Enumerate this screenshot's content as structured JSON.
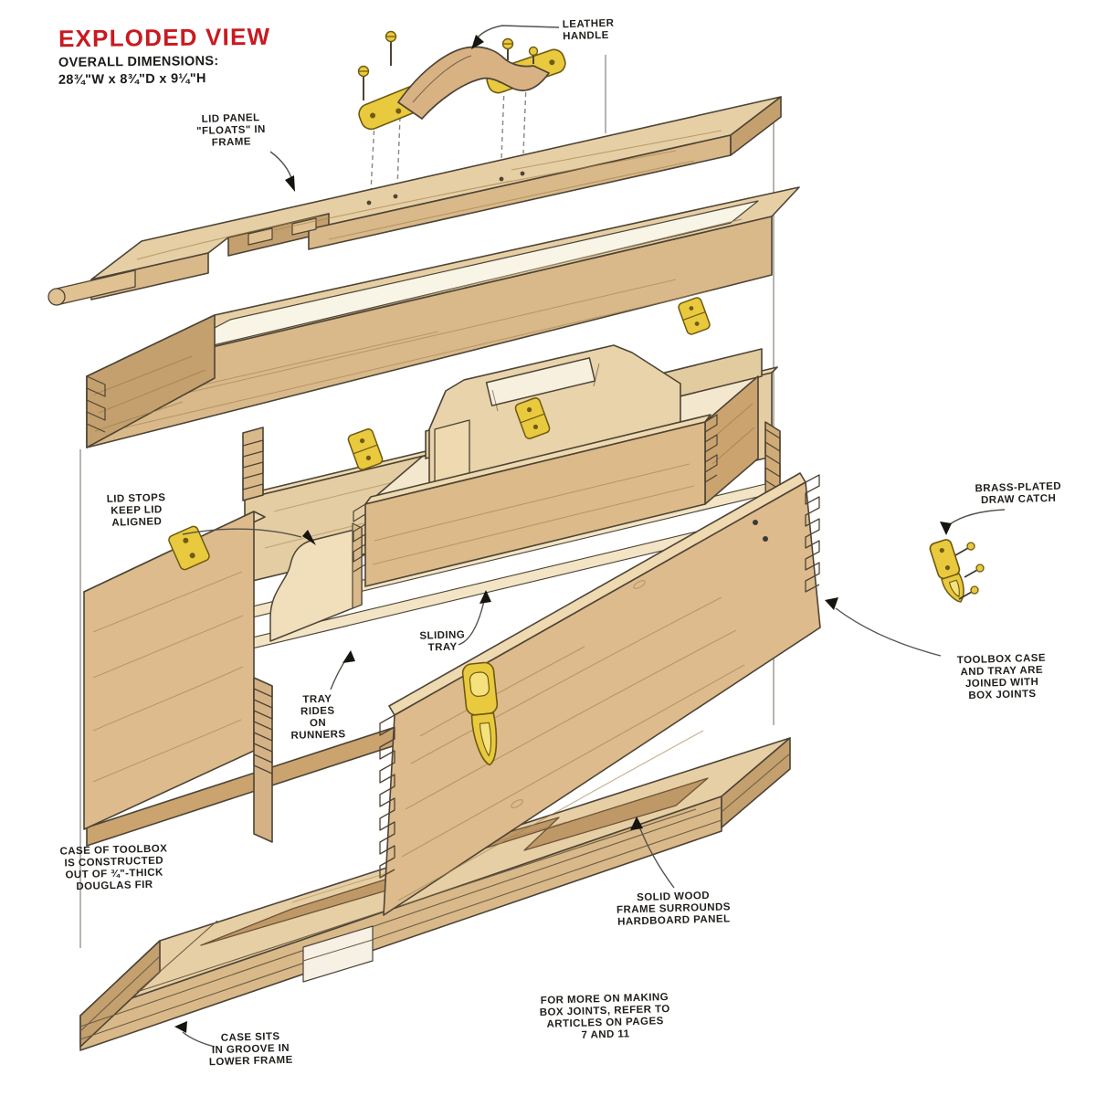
{
  "title": {
    "heading": "EXPLODED VIEW",
    "dimensions_label": "OVERALL DIMENSIONS:",
    "dimensions_value": "28¾\"W x 8¾\"D x 9¼\"H"
  },
  "callouts": {
    "leather_handle": "LEATHER\nHANDLE",
    "lid_panel": "LID PANEL\n\"FLOATS\" IN\nFRAME",
    "lid_stops": "LID STOPS\nKEEP LID\nALIGNED",
    "draw_catch": "BRASS-PLATED\nDRAW CATCH",
    "sliding_tray": "SLIDING\nTRAY",
    "tray_runners": "TRAY\nRIDES\nON\nRUNNERS",
    "box_joints_case": "TOOLBOX CASE\nAND TRAY ARE\nJOINED WITH\nBOX JOINTS",
    "case_material": "CASE OF TOOLBOX\nIS CONSTRUCTED\nOUT OF ¾\"-THICK\nDOUGLAS FIR",
    "solid_wood_frame": "SOLID WOOD\nFRAME SURROUNDS\nHARDBOARD PANEL",
    "box_joints_note": "FOR MORE ON MAKING\nBOX JOINTS, REFER TO\nARTICLES ON PAGES\n7 AND 11",
    "case_groove": "CASE SITS\nIN GROOVE IN\nLOWER FRAME"
  },
  "colors": {
    "accent_red": "#c81a20",
    "ink": "#211e1a",
    "outline": "#4d4436",
    "wood_light": "#e7cfa5",
    "wood_mid": "#d9b98a",
    "wood_dark": "#c4a06e",
    "recess_white": "#f8f4e6",
    "hardboard": "#bf9868",
    "brass": "#e9c93e"
  }
}
